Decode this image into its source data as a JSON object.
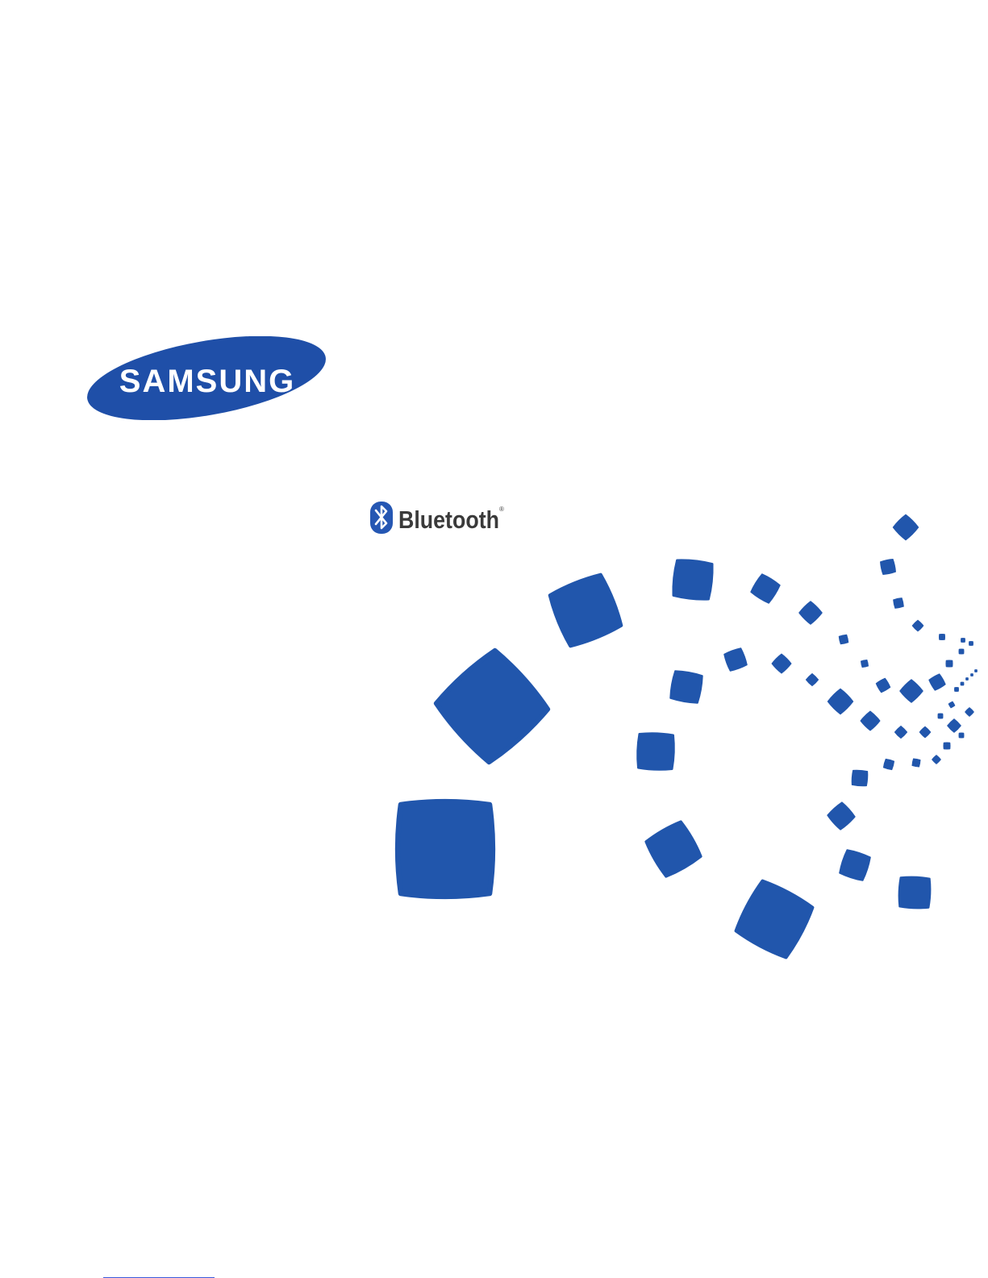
{
  "document": {
    "brand_logo": {
      "text": "SAMSUNG",
      "icon": "samsung-logo",
      "fill_color": "#1f4fa8",
      "text_color": "#ffffff"
    },
    "bluetooth_logo": {
      "text": "Bluetooth",
      "registered_mark": "®",
      "icon": "bluetooth-icon",
      "text_color": "#3a3a3a",
      "badge_color": "#2557b3"
    },
    "decoration": {
      "icon": "square-pattern",
      "color": "#2156ac"
    }
  }
}
